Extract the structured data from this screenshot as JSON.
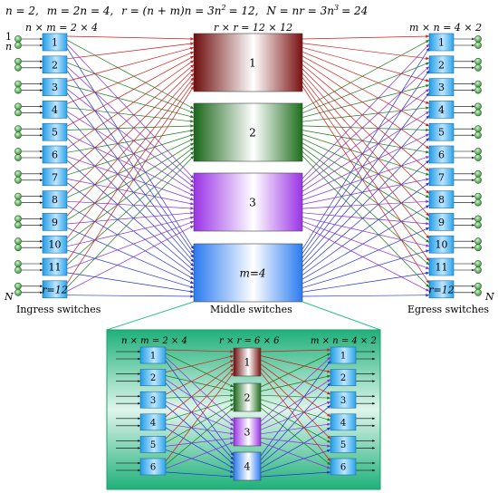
{
  "formula": {
    "n": "n = 2,",
    "m": "m = 2n = 4,",
    "r_prefix": "r = (n + m)n = 3n",
    "r_exp": "2",
    "r_suffix": "= 12,",
    "N_prefix": "N = nr = 3n",
    "N_exp": "3",
    "N_suffix": "= 24"
  },
  "main": {
    "ingress_dim": "n × m = 2 × 4",
    "middle_dim": "r × r = 12 × 12",
    "egress_dim": "m × n = 4 × 2",
    "ingress_labels": [
      "1",
      "2",
      "3",
      "4",
      "5",
      "6",
      "7",
      "8",
      "9",
      "10",
      "11",
      "r=12"
    ],
    "egress_labels": [
      "1",
      "2",
      "3",
      "4",
      "5",
      "6",
      "7",
      "8",
      "9",
      "10",
      "11",
      "r=12"
    ],
    "middle_labels": [
      "1",
      "2",
      "3",
      "m=4"
    ],
    "left_top_labels": [
      "1",
      "n"
    ],
    "left_bottom_label": "N",
    "right_bottom_label": "N",
    "caption_ingress": "Ingress switches",
    "caption_middle": "Middle switches",
    "caption_egress": "Egress switches"
  },
  "inset": {
    "ingress_dim": "n × m = 2 × 4",
    "middle_dim": "r × r = 6 × 6",
    "egress_dim": "m × n = 4 × 2",
    "ingress_labels": [
      "1",
      "2",
      "3",
      "4",
      "5",
      "6"
    ],
    "egress_labels": [
      "1",
      "2",
      "3",
      "4",
      "5",
      "6"
    ],
    "middle_labels": [
      "1",
      "2",
      "3",
      "4"
    ]
  },
  "colors": {
    "middle": [
      "#7a1010",
      "#1e6e1e",
      "#9a33e6",
      "#2a7bf0"
    ],
    "link": [
      "#d11a1a",
      "#1b7a1b",
      "#8a2be2",
      "#2233d6"
    ],
    "switch_blue": "#1f9ce6",
    "port_green": "#3c9a3c",
    "inset_bg": "#2fbf8a"
  }
}
